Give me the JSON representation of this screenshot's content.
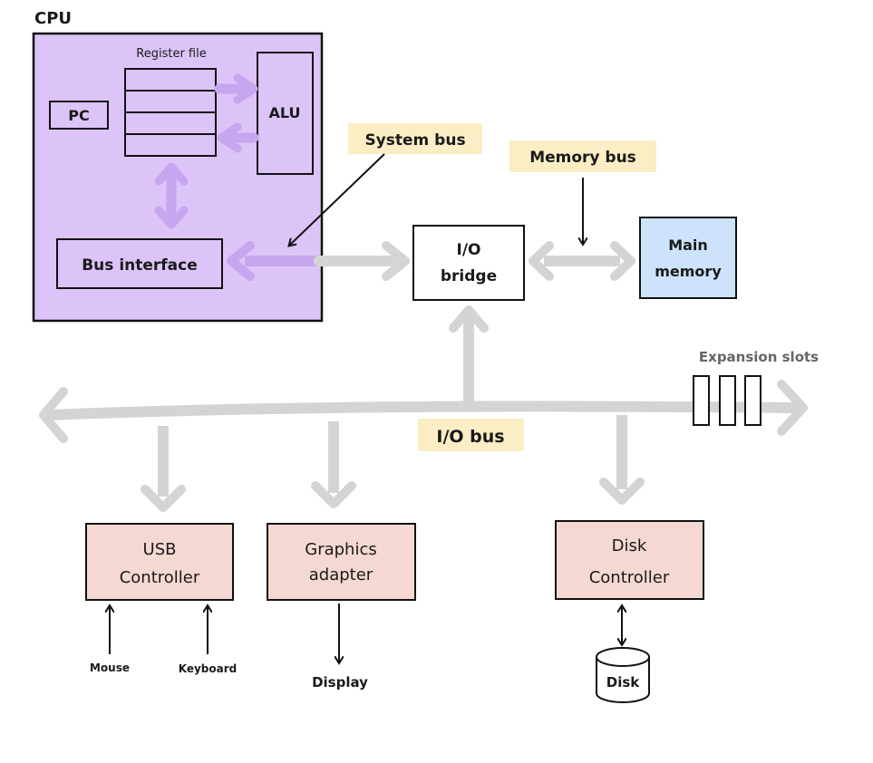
{
  "cpu": {
    "title": "CPU",
    "register_file_label": "Register file",
    "pc_label": "PC",
    "alu_label": "ALU",
    "bus_interface_label": "Bus interface"
  },
  "buses": {
    "system_bus": "System bus",
    "memory_bus": "Memory bus",
    "io_bus": "I/O bus"
  },
  "io_bridge": {
    "line1": "I/O",
    "line2": "bridge"
  },
  "main_memory": {
    "line1": "Main",
    "line2": "memory"
  },
  "expansion_slots_label": "Expansion slots",
  "devices": {
    "usb": {
      "line1": "USB",
      "line2": "Controller"
    },
    "graphics": {
      "line1": "Graphics",
      "line2": "adapter"
    },
    "disk_controller": {
      "line1": "Disk",
      "line2": "Controller"
    }
  },
  "peripherals": {
    "mouse": "Mouse",
    "keyboard": "Keyboard",
    "display": "Display",
    "disk": "Disk"
  },
  "colors": {
    "cpu_fill": "#dcc4f9",
    "cpu_arrow": "#c6a6ee",
    "bus_gray": "#d4d4d4",
    "memory_fill": "#cce3fb",
    "device_fill": "#f6d8d2",
    "highlight": "#fbeec4"
  }
}
